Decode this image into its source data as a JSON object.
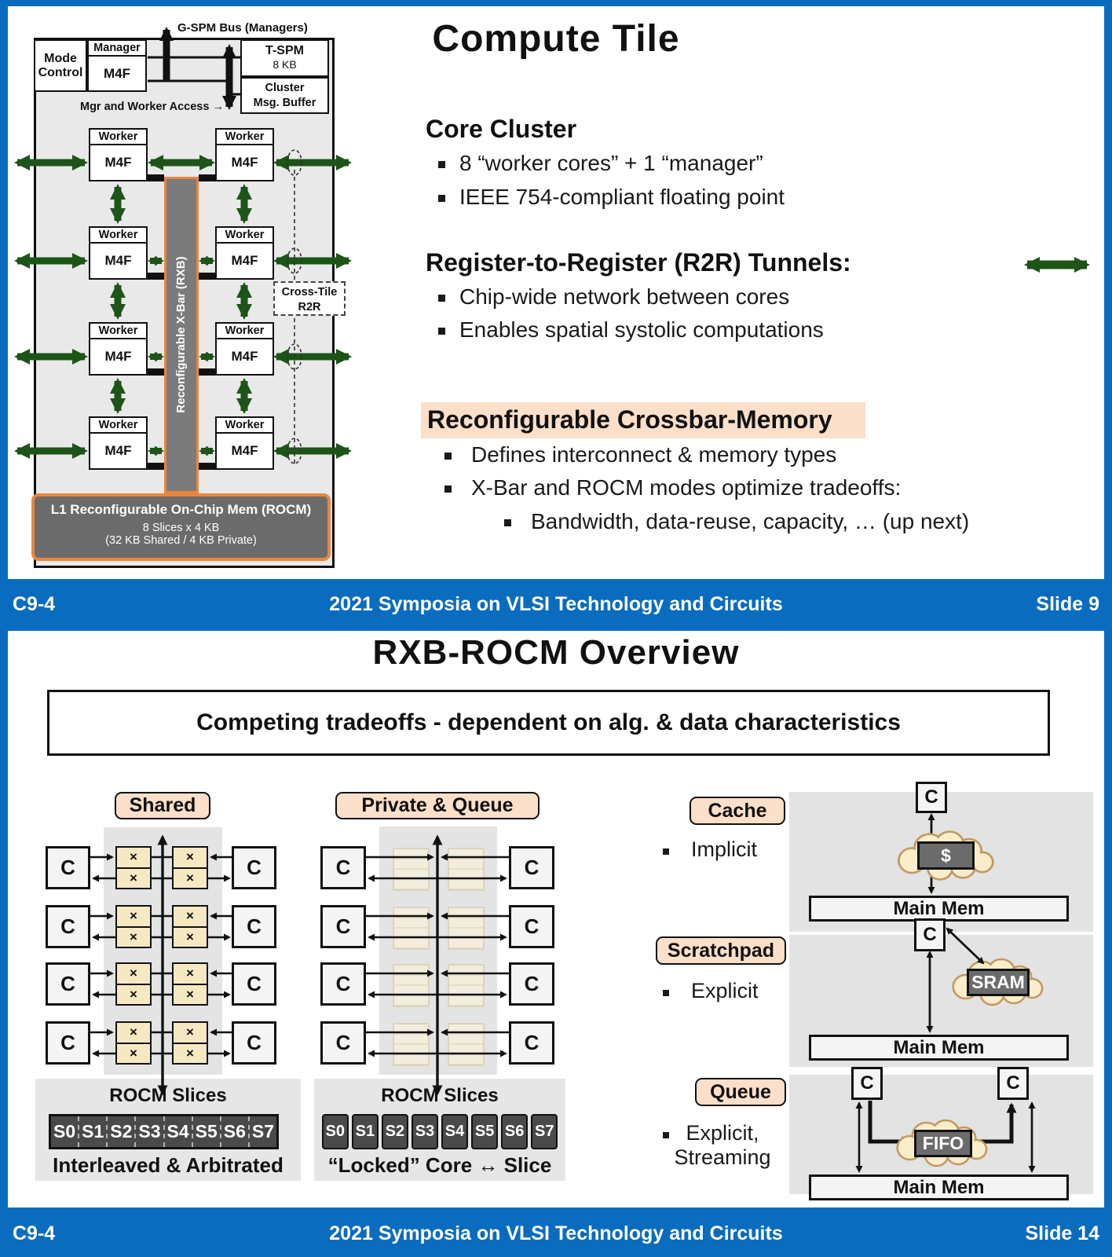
{
  "colors": {
    "frame_blue": "#0a6cbe",
    "arrow_green": "#1d5418",
    "accent_orange": "#e8873f",
    "highlight_peach": "#fbdfc8"
  },
  "slide1": {
    "title": "Compute Tile",
    "diagram": {
      "gspm_bus": "G-SPM Bus (Managers)",
      "mode_control": "Mode Control",
      "manager": {
        "header": "Manager",
        "core": "M4F"
      },
      "tspm": {
        "line1": "T-SPM",
        "line2": "8 KB"
      },
      "cluster_buffer": {
        "line1": "Cluster",
        "line2": "Msg. Buffer"
      },
      "access_label": "Mgr and Worker Access →",
      "worker": {
        "header": "Worker",
        "core": "M4F"
      },
      "rxb_label": "Reconfigurable X-Bar (RXB)",
      "cross_tile": {
        "line1": "Cross-Tile",
        "line2": "R2R"
      },
      "rocm": {
        "title": "L1 Reconfigurable On-Chip Mem (ROCM)",
        "line2": "8 Slices x 4 KB",
        "line3": "(32 KB Shared / 4 KB Private)"
      }
    },
    "sections": [
      {
        "heading": "Core Cluster",
        "bullets": [
          "8 “worker cores” + 1 “manager”",
          "IEEE 754-compliant floating point"
        ]
      },
      {
        "heading": "Register-to-Register (R2R) Tunnels:",
        "bullets": [
          "Chip-wide network between cores",
          "Enables spatial systolic computations"
        ]
      },
      {
        "heading": "Reconfigurable Crossbar-Memory",
        "bullets": [
          "Defines interconnect & memory types",
          "X-Bar and ROCM modes optimize tradeoffs:"
        ],
        "sub_bullets": [
          "Bandwidth, data-reuse, capacity, … (up next)"
        ]
      }
    ],
    "footer": {
      "left": "C9-4",
      "center": "2021 Symposia on VLSI Technology and Circuits",
      "right": "Slide 9"
    }
  },
  "slide2": {
    "title": "RXB-ROCM Overview",
    "banner": "Competing tradeoffs - dependent on alg. & data characteristics",
    "core_label": "C",
    "x_cell": "×",
    "main_mem": "Main Mem",
    "rocm_slices_title": "ROCM Slices",
    "slices": [
      "S0",
      "S1",
      "S2",
      "S3",
      "S4",
      "S5",
      "S6",
      "S7"
    ],
    "shared": {
      "label": "Shared",
      "caption": "Interleaved & Arbitrated"
    },
    "private": {
      "label": "Private & Queue",
      "caption": "“Locked” Core ↔ Slice"
    },
    "modes": [
      {
        "label": "Cache",
        "bullet": "Implicit",
        "mem": "$"
      },
      {
        "label": "Scratchpad",
        "bullet": "Explicit",
        "mem": "SRAM"
      },
      {
        "label": "Queue",
        "bullet_line1": "Explicit,",
        "bullet_line2": "Streaming",
        "mem": "FIFO"
      }
    ],
    "footer": {
      "left": "C9-4",
      "center": "2021 Symposia on VLSI Technology and Circuits",
      "right": "Slide 14"
    }
  }
}
